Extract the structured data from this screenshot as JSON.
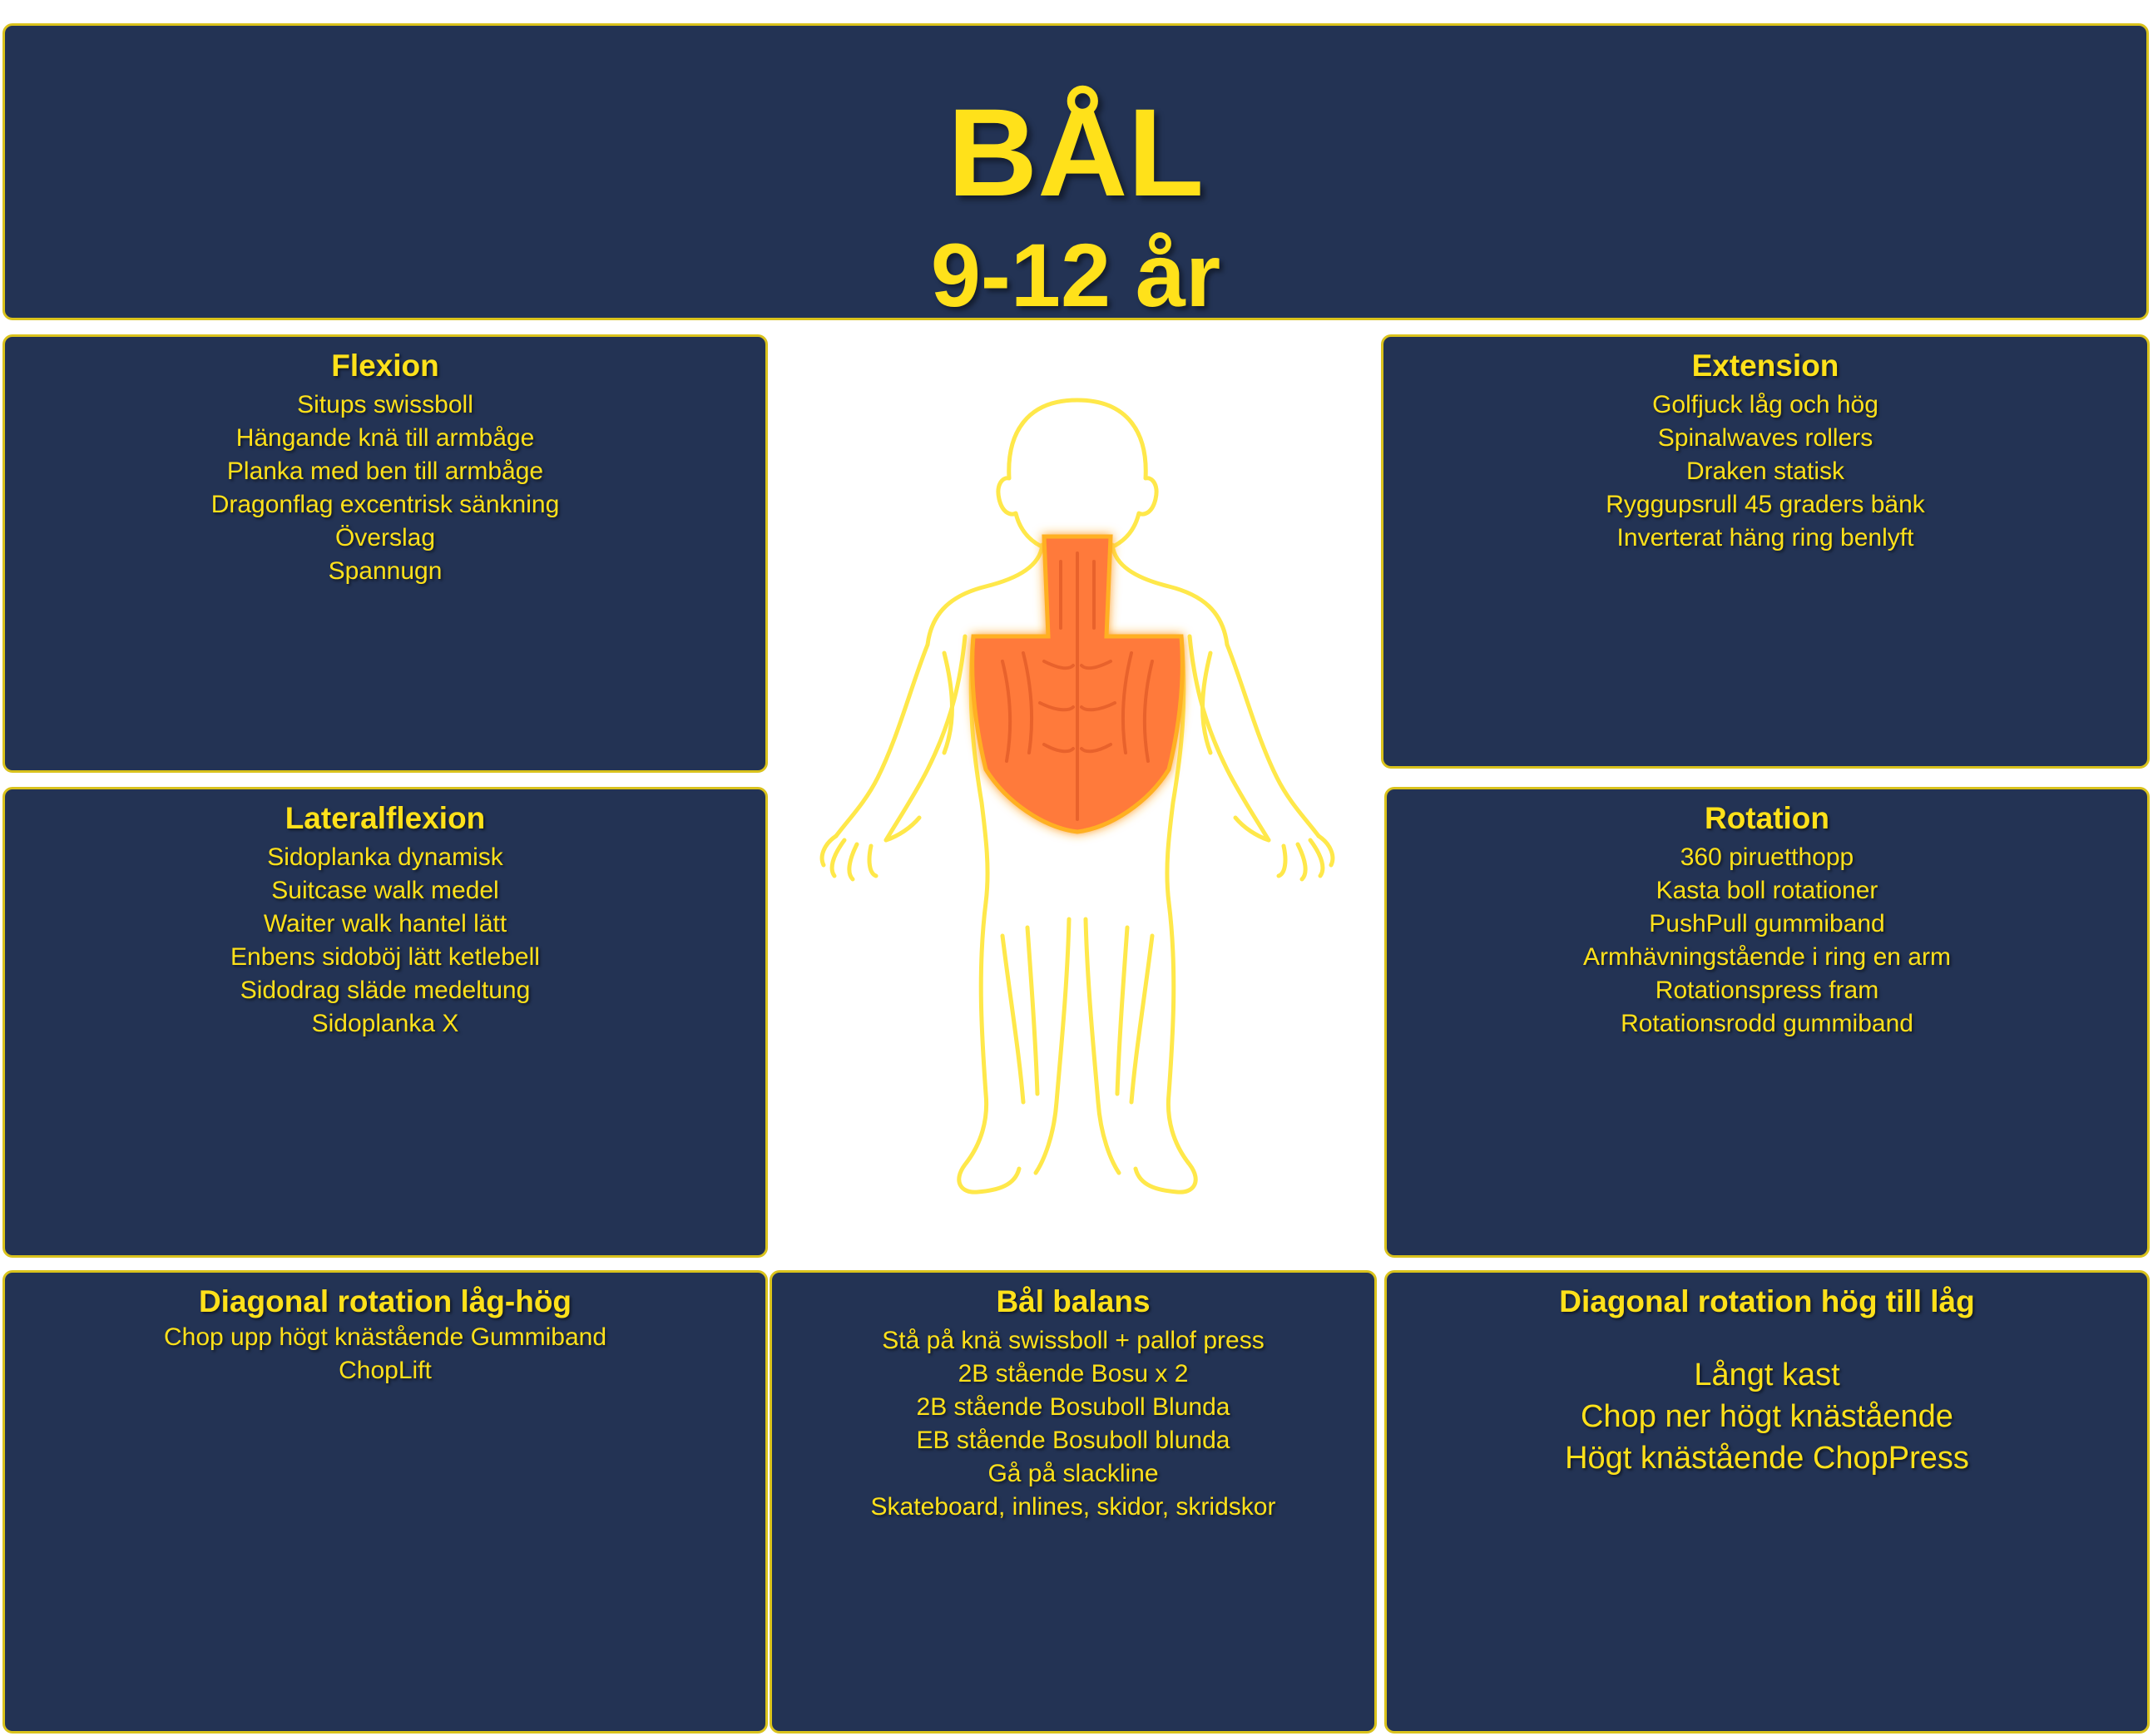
{
  "header": {
    "title": "BÅL",
    "subtitle": "9-12 år"
  },
  "colors": {
    "panel_bg": "#233354",
    "text": "#ffe11a",
    "border": "#d9c21c",
    "highlight": "#ff7a3a"
  },
  "figure": {
    "icon": "child-body-muscle-icon"
  },
  "panels": {
    "flexion": {
      "title": "Flexion",
      "items": [
        "Situps swissboll",
        "Hängande knä till armbåge",
        "Planka med ben till armbåge",
        "Dragonflag excentrisk sänkning",
        "Överslag",
        "Spannugn"
      ]
    },
    "extension": {
      "title": "Extension",
      "items": [
        "Golfjuck låg och hög",
        "Spinalwaves rollers",
        "Draken statisk",
        "Ryggupsrull 45  graders bänk",
        "Inverterat häng ring benlyft"
      ]
    },
    "lateralflexion": {
      "title": "Lateralflexion",
      "items": [
        "Sidoplanka dynamisk",
        "Suitcase walk medel",
        "Waiter walk hantel lätt",
        "Enbens sidoböj lätt ketlebell",
        "Sidodrag släde medeltung",
        "Sidoplanka X"
      ]
    },
    "rotation": {
      "title": "Rotation",
      "items": [
        "360 piruetthopp",
        "Kasta boll rotationer",
        "PushPull gummiband",
        "Armhävningstående i ring en arm",
        "Rotationspress fram",
        "Rotationsrodd gummiband"
      ]
    },
    "diag_low_high": {
      "title": "Diagonal rotation låg-hög",
      "items": [
        "Chop upp högt knästående Gummiband",
        "ChopLift"
      ]
    },
    "balance": {
      "title": "Bål balans",
      "items": [
        "Stå på knä swissboll + pallof press",
        "2B stående Bosu x 2",
        "2B stående Bosuboll Blunda",
        "EB stående Bosuboll blunda",
        "Gå på slackline",
        "Skateboard, inlines, skidor, skridskor"
      ]
    },
    "diag_high_low": {
      "title": "Diagonal rotation hög till låg",
      "items": [
        "Långt kast",
        "Chop ner högt knästående",
        "Högt knästående ChopPress"
      ]
    }
  }
}
